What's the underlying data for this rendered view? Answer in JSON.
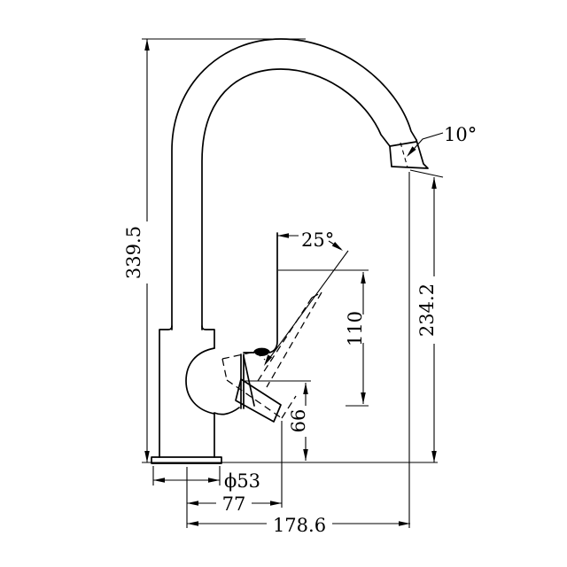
{
  "page": {
    "background": "#ffffff",
    "line_color": "#000000"
  },
  "annotations": {
    "overall_height": "339.5",
    "spout_outlet_height": "234.2",
    "handle_height": "110",
    "clearance_height": "66",
    "base_diameter": "ϕ53",
    "handle_reach": "77",
    "spout_reach": "178.6",
    "spout_tip_angle": "10°",
    "handle_open_angle": "25°"
  }
}
